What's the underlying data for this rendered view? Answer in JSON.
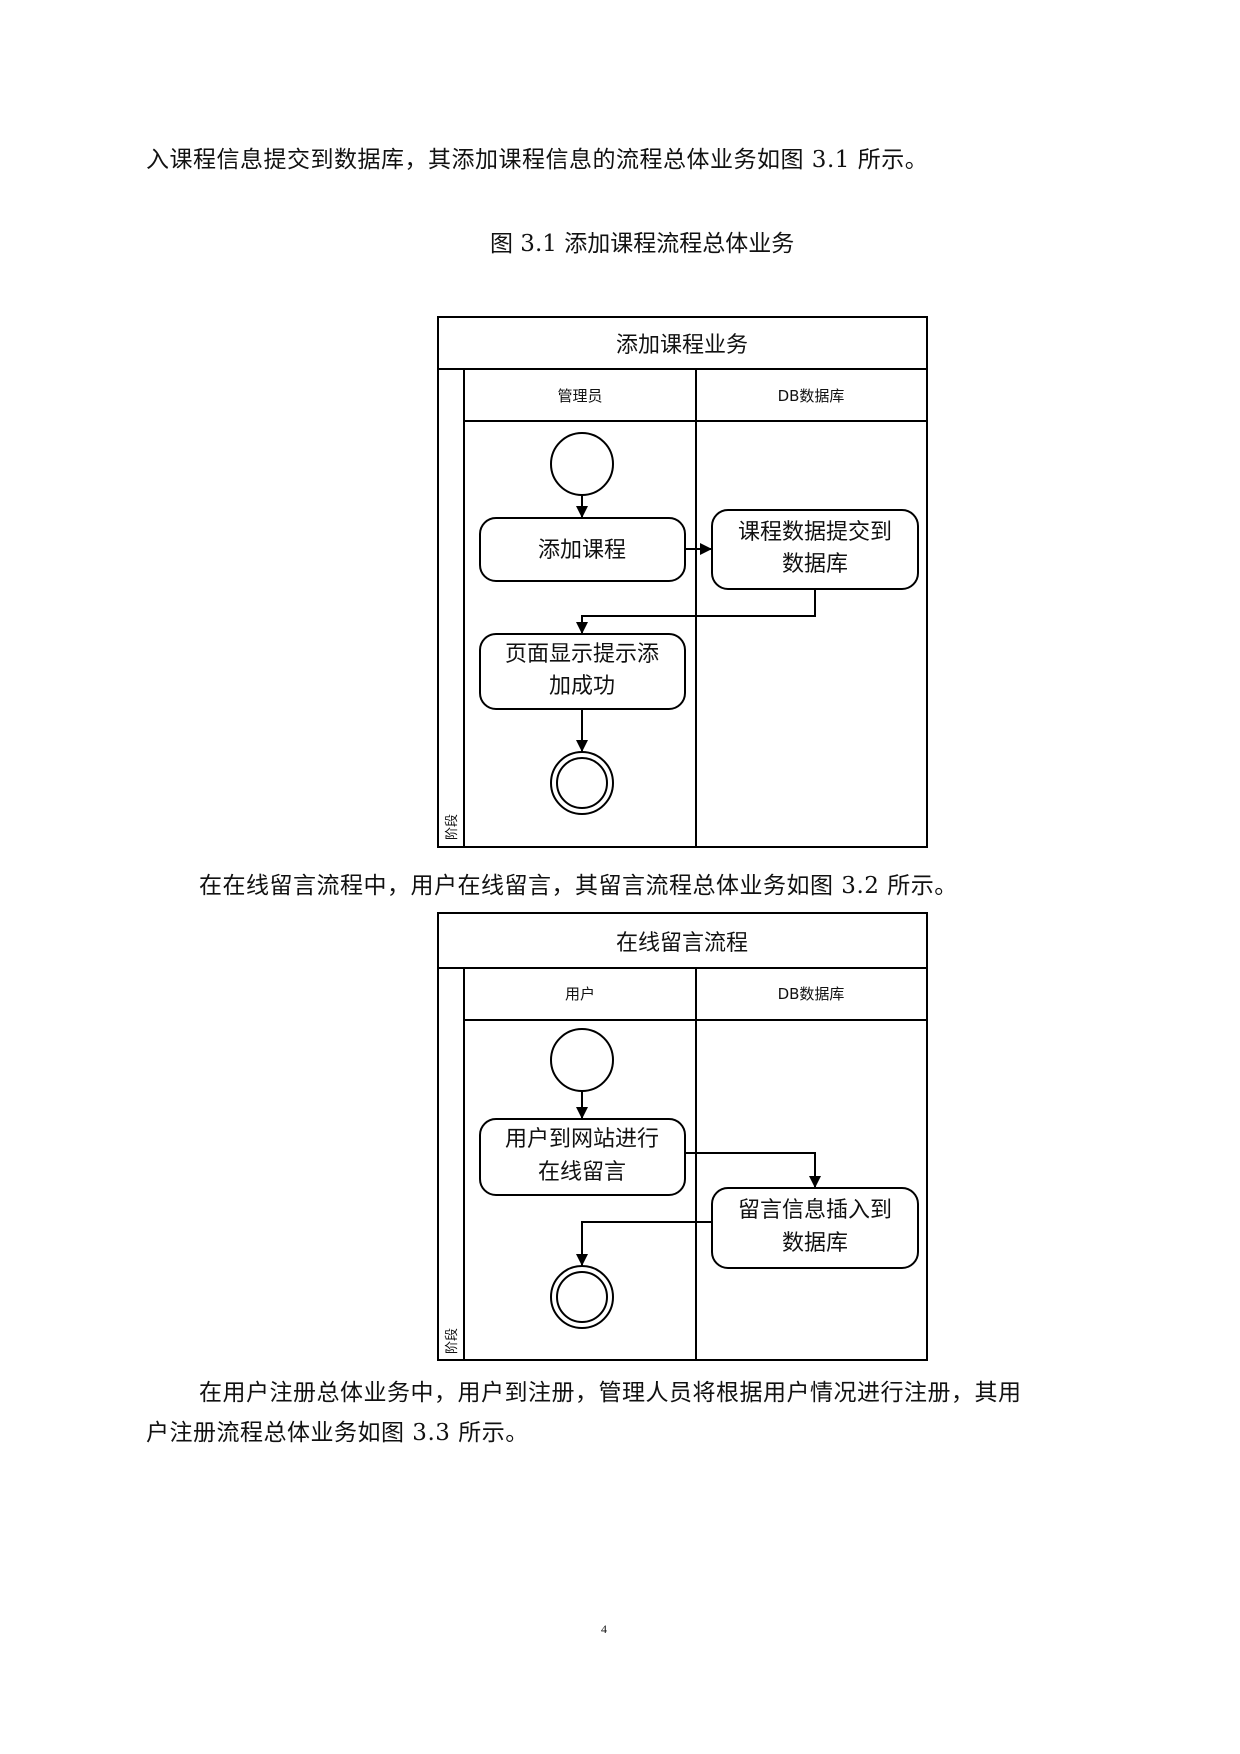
{
  "page": {
    "intro_line": "入课程信息提交到数据库，其添加课程信息的流程总体业务如图 3.1 所示。",
    "figure1_caption": "图 3.1 添加课程流程总体业务",
    "paragraph2": "在在线留言流程中，用户在线留言，其留言流程总体业务如图 3.2 所示。",
    "paragraph3_line1": "在用户注册总体业务中，用户到注册，管理人员将根据用户情况进行注册，其用",
    "paragraph3_line2": "户注册流程总体业务如图 3.3 所示。",
    "page_number": "4"
  },
  "diagram1": {
    "title": "添加课程业务",
    "phase_label": "阶段",
    "lanes": [
      "管理员",
      "DB数据库"
    ],
    "nodes": {
      "start": "start-node",
      "add_course": [
        "添加课程"
      ],
      "submit_db": [
        "课程数据提交到",
        "数据库"
      ],
      "show_success": [
        "页面显示提示添",
        "加成功"
      ],
      "end": "end-node"
    }
  },
  "diagram2": {
    "title": "在线留言流程",
    "phase_label": "阶段",
    "lanes": [
      "用户",
      "DB数据库"
    ],
    "nodes": {
      "start": "start-node",
      "user_message": [
        "用户到网站进行",
        "在线留言"
      ],
      "insert_db": [
        "留言信息插入到",
        "数据库"
      ],
      "end": "end-node"
    }
  }
}
